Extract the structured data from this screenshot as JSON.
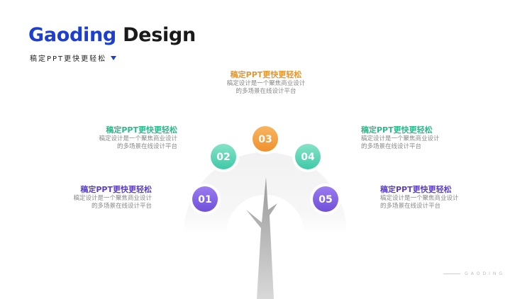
{
  "header": {
    "brand": "Gaoding",
    "title_rest": " Design",
    "subtitle": "稿定PPT更快更轻松"
  },
  "footer": {
    "label": "GAODING"
  },
  "steps": [
    {
      "num": "01",
      "heading": "稿定PPT更快更轻松",
      "line1": "稿定设计是一个聚焦商业设计",
      "line2": "的多场景在线设计平台",
      "color": "#6f4fd8",
      "color2": "#9b7cf0",
      "headColor": "#5b3fc7"
    },
    {
      "num": "02",
      "heading": "稿定PPT更快更轻松",
      "line1": "稿定设计是一个聚焦商业设计",
      "line2": "的多场景在线设计平台",
      "color": "#3fc9a7",
      "color2": "#86e3c6",
      "headColor": "#2eb88c"
    },
    {
      "num": "03",
      "heading": "稿定PPT更快更轻松",
      "line1": "稿定设计是一个聚焦商业设计",
      "line2": "的多场景在线设计平台",
      "color": "#f0902f",
      "color2": "#f7b560",
      "headColor": "#e8962c"
    },
    {
      "num": "04",
      "heading": "稿定PPT更快更轻松",
      "line1": "稿定设计是一个聚焦商业设计",
      "line2": "的多场景在线设计平台",
      "color": "#3fc9a7",
      "color2": "#86e3c6",
      "headColor": "#2eb88c"
    },
    {
      "num": "05",
      "heading": "稿定PPT更快更轻松",
      "line1": "稿定设计是一个聚焦商业设计",
      "line2": "的多场景在线设计平台",
      "color": "#6f4fd8",
      "color2": "#9b7cf0",
      "headColor": "#5b3fc7"
    }
  ]
}
